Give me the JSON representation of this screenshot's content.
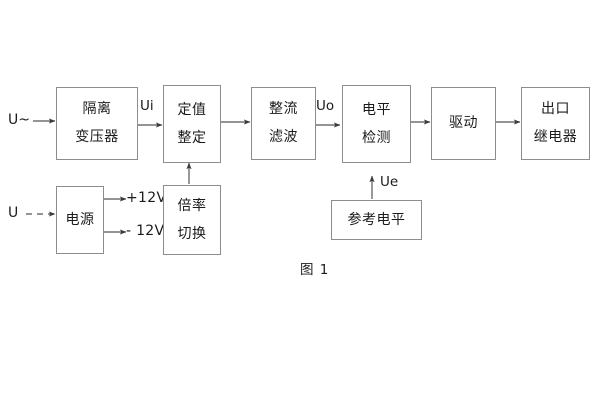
{
  "figure": {
    "caption": "图 1",
    "background": "#ffffff",
    "line_color": "#555555",
    "box_border_color": "#8d8d8d",
    "text_color": "#1b1b1b"
  },
  "inputs": [
    {
      "id": "ac-input",
      "label": "U~",
      "style": "solid"
    },
    {
      "id": "dc-input",
      "label": "U",
      "style": "dashed"
    }
  ],
  "signal_labels": [
    {
      "id": "ui",
      "label": "Ui"
    },
    {
      "id": "uo",
      "label": "Uo"
    },
    {
      "id": "ue",
      "label": "Ue"
    }
  ],
  "power_rails": [
    {
      "id": "rail-pos",
      "label": "+12V"
    },
    {
      "id": "rail-neg",
      "label": "- 12V"
    }
  ],
  "blocks": [
    {
      "id": "isolation-transformer",
      "lines": [
        "隔离",
        "变压器"
      ]
    },
    {
      "id": "setting-value",
      "lines": [
        "定值",
        "整定"
      ]
    },
    {
      "id": "rectify-filter",
      "lines": [
        "整流",
        "滤波"
      ]
    },
    {
      "id": "level-detection",
      "lines": [
        "电平",
        "检测"
      ]
    },
    {
      "id": "drive",
      "lines": [
        "驱动"
      ]
    },
    {
      "id": "output-relay",
      "lines": [
        "出口",
        "继电器"
      ]
    },
    {
      "id": "power-supply",
      "lines": [
        "电源"
      ]
    },
    {
      "id": "multiplier-switch",
      "lines": [
        "倍率",
        "切换"
      ]
    },
    {
      "id": "reference-level",
      "lines": [
        "参考电平"
      ]
    }
  ]
}
